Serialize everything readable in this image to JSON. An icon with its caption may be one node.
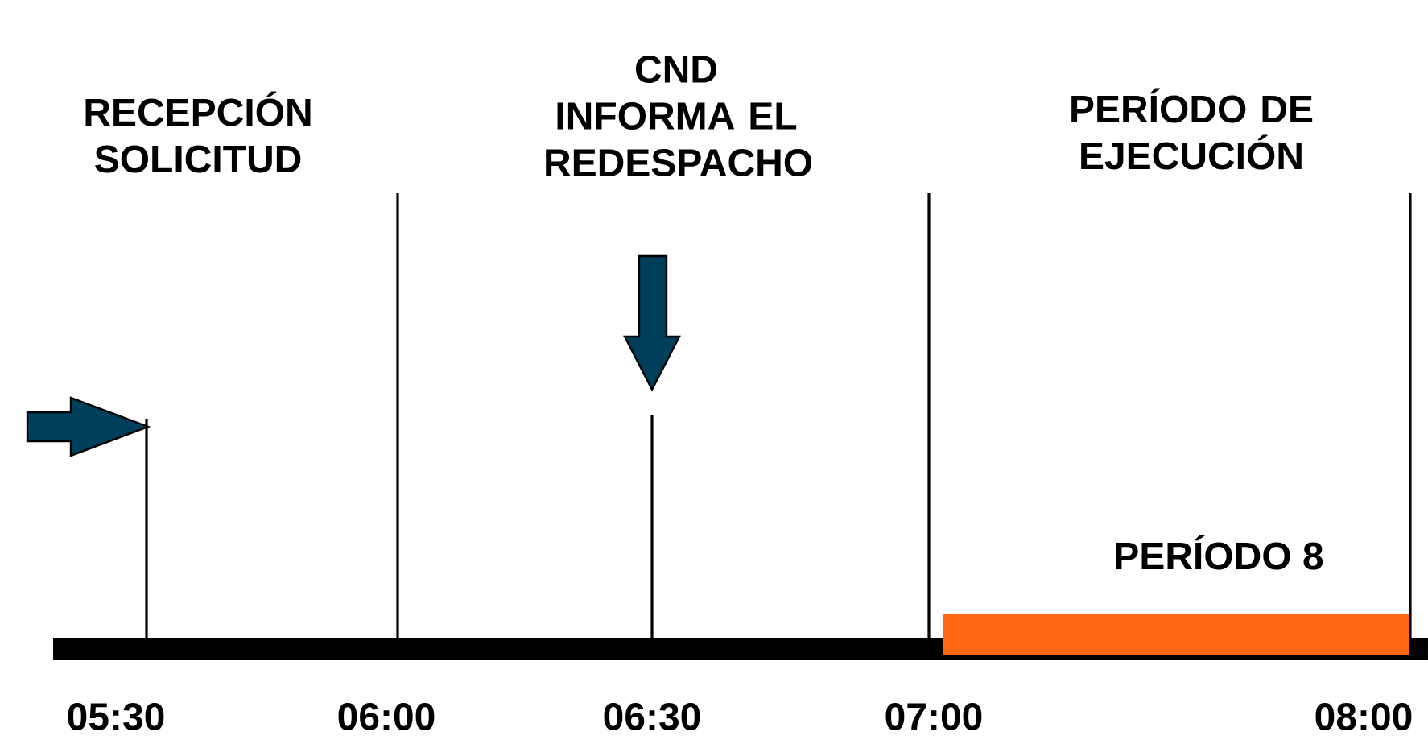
{
  "diagram": {
    "nodes": [
      {
        "text": [],
        "shape": "bar"
      },
      {
        "text": [],
        "shape": "bar"
      }
    ],
    "labels": [
      "RECEPCIÓN SOLICITUD",
      "CND INFORMA EL REDESPACHO",
      "PERÍODO DE EJECUCIÓN",
      "PERÍODO 8",
      "05:30",
      "06:00",
      "06:30",
      "07:00",
      "08:00"
    ]
  }
}
